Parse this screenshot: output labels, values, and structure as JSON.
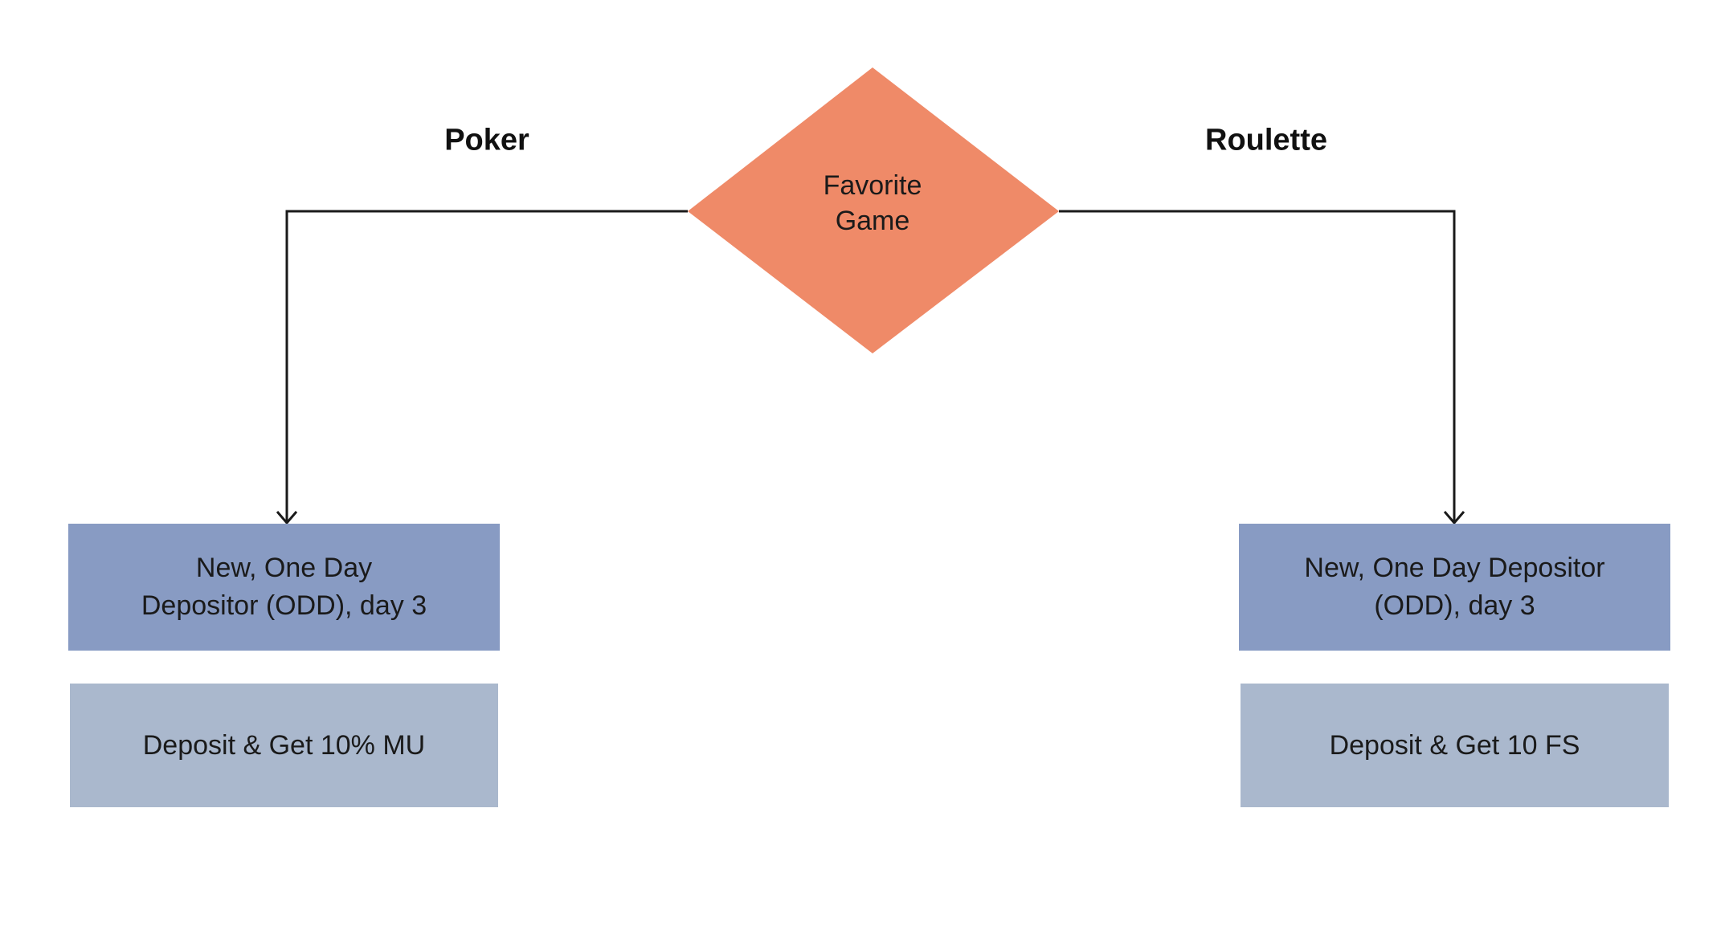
{
  "decision": {
    "label_line1": "Favorite",
    "label_line2": "Game",
    "color": "#ef8a68"
  },
  "branches": {
    "left": {
      "label": "Poker",
      "segment": {
        "line1": "New, One Day",
        "line2": "Depositor (ODD), day 3"
      },
      "offer": "Deposit & Get 10% MU"
    },
    "right": {
      "label": "Roulette",
      "segment": {
        "line1": "New, One Day Depositor",
        "line2": "(ODD), day 3"
      },
      "offer": "Deposit & Get 10 FS"
    }
  },
  "colors": {
    "segment_fill": "#889bc3",
    "offer_fill": "#aab8cd",
    "connector": "#1a1a1a"
  }
}
